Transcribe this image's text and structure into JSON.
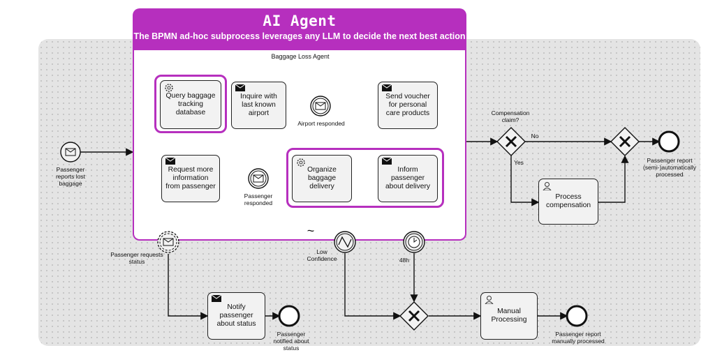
{
  "agent": {
    "title": "AI Agent",
    "subtitle": "The BPMN ad-hoc subprocess leverages any LLM to decide the next best action",
    "subprocess_label": "Baggage Loss Agent"
  },
  "tasks": {
    "query": "Query baggage tracking database",
    "inquire": "Inquire with last known airport",
    "voucher": "Send voucher for personal care products",
    "request_info": "Request more information from passenger",
    "organize": "Organize baggage delivery",
    "inform": "Inform passenger about delivery",
    "process_comp": "Process compensation",
    "notify": "Notify passenger about status",
    "manual": "Manual Processing"
  },
  "events": {
    "start": "Passenger reports lost baggage",
    "airport_responded": "Airport responded",
    "passenger_responded": "Passenger responded",
    "requests_status": "Passenger requests status",
    "low_confidence": "Low Confidence",
    "timer": "48h",
    "end_auto": "Passenger report (semi-)automatically processed",
    "end_notified": "Passenger notified about status",
    "end_manual": "Passenger report manually processed"
  },
  "gateways": {
    "compensation": "Compensation claim?",
    "no": "No",
    "yes": "Yes"
  },
  "adhoc_marker": "~",
  "colors": {
    "accent": "#b62fbe",
    "task_fill": "#f2f2f2",
    "panel": "#e4e4e4"
  }
}
